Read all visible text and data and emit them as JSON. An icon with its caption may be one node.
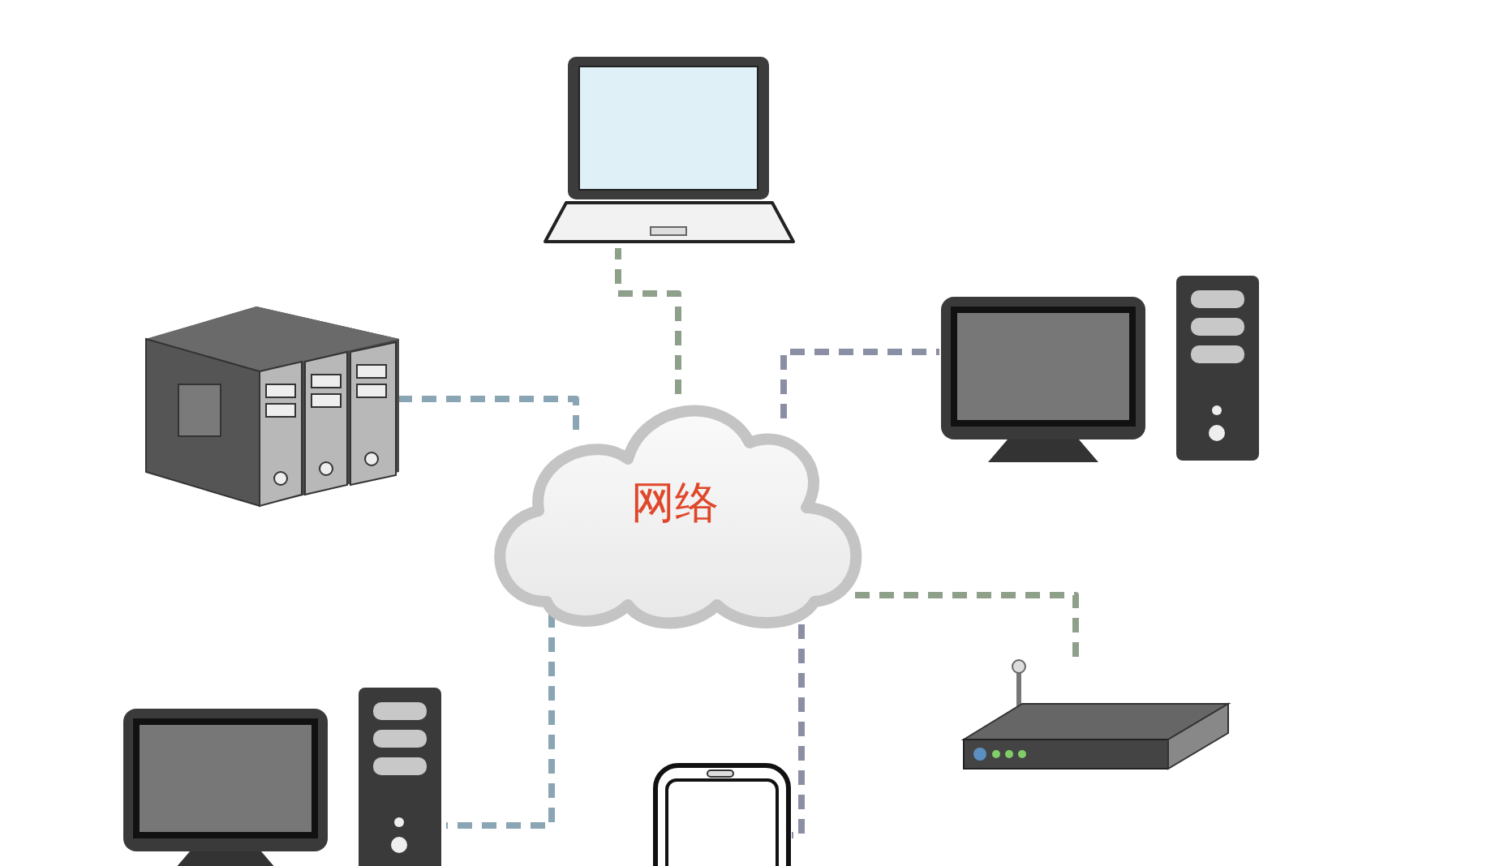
{
  "diagram": {
    "nodes": [
      {
        "text": [],
        "shape": "picture"
      },
      {
        "text": [],
        "shape": "picture"
      },
      {
        "text": [],
        "shape": "picture"
      },
      {
        "text": [
          "网络"
        ]
      },
      {
        "text": [],
        "shape": "picture"
      },
      {
        "text": [],
        "shape": "picture"
      },
      {
        "text": [],
        "shape": "picture"
      }
    ],
    "edges": [
      {
        "from": 3,
        "to": 0,
        "arrow": "none",
        "style": "dashed",
        "color": "#8fa08a"
      },
      {
        "from": 3,
        "to": 1,
        "arrow": "none",
        "style": "dashed",
        "color": "#8aa5b3"
      },
      {
        "from": 3,
        "to": 2,
        "arrow": "none",
        "style": "dashed",
        "color": "#8a8fa3"
      },
      {
        "from": 3,
        "to": 4,
        "arrow": "none",
        "style": "dashed",
        "color": "#8fa08a"
      },
      {
        "from": 3,
        "to": 5,
        "arrow": "none",
        "style": "dashed",
        "color": "#8aa5b3"
      },
      {
        "from": 3,
        "to": 6,
        "arrow": "none",
        "style": "dashed",
        "color": "#8a8fa3"
      }
    ]
  }
}
